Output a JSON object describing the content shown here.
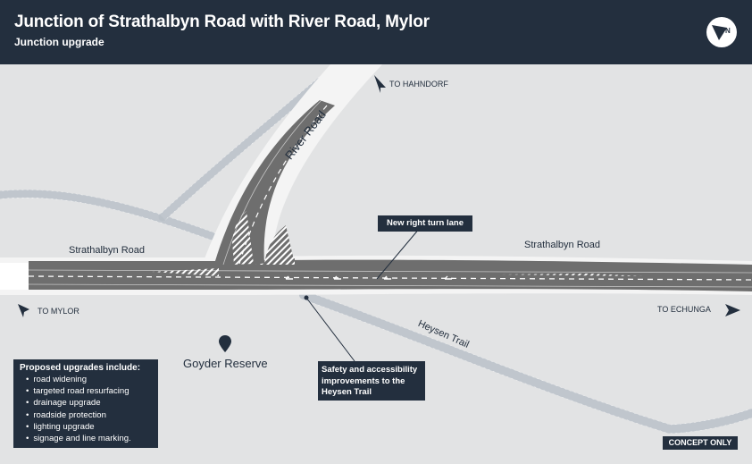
{
  "header": {
    "title": "Junction of Strathalbyn Road with River Road, Mylor",
    "subtitle": "Junction upgrade",
    "compass_letter": "N",
    "compass_icon": "north-arrow-icon"
  },
  "map": {
    "road_labels": {
      "strathalbyn_west": "Strathalbyn Road",
      "strathalbyn_east": "Strathalbyn Road",
      "river_road": "River Road",
      "heysen_trail": "Heysen Trail"
    },
    "directions": {
      "to_hahndorf": "TO HAHNDORF",
      "to_mylor": "TO MYLOR",
      "to_echunga": "TO ECHUNGA"
    },
    "place": {
      "name": "Goyder Reserve",
      "icon": "location-pin-icon"
    },
    "callouts": {
      "right_turn": "New right turn lane",
      "safety_line1": "Safety and accessibility",
      "safety_line2": "improvements to the",
      "safety_line3": "Heysen Trail"
    }
  },
  "upgrades": {
    "heading": "Proposed upgrades include:",
    "items": [
      "road widening",
      "targeted road resurfacing",
      "drainage upgrade",
      "roadside protection",
      "lighting upgrade",
      "signage and line marking."
    ]
  },
  "footer": {
    "concept_label": "CONCEPT ONLY"
  },
  "colors": {
    "header_bg": "#232f3e",
    "background": "#e2e3e4",
    "road": "#6e6e6e",
    "shoulder": "#f4f4f4"
  }
}
